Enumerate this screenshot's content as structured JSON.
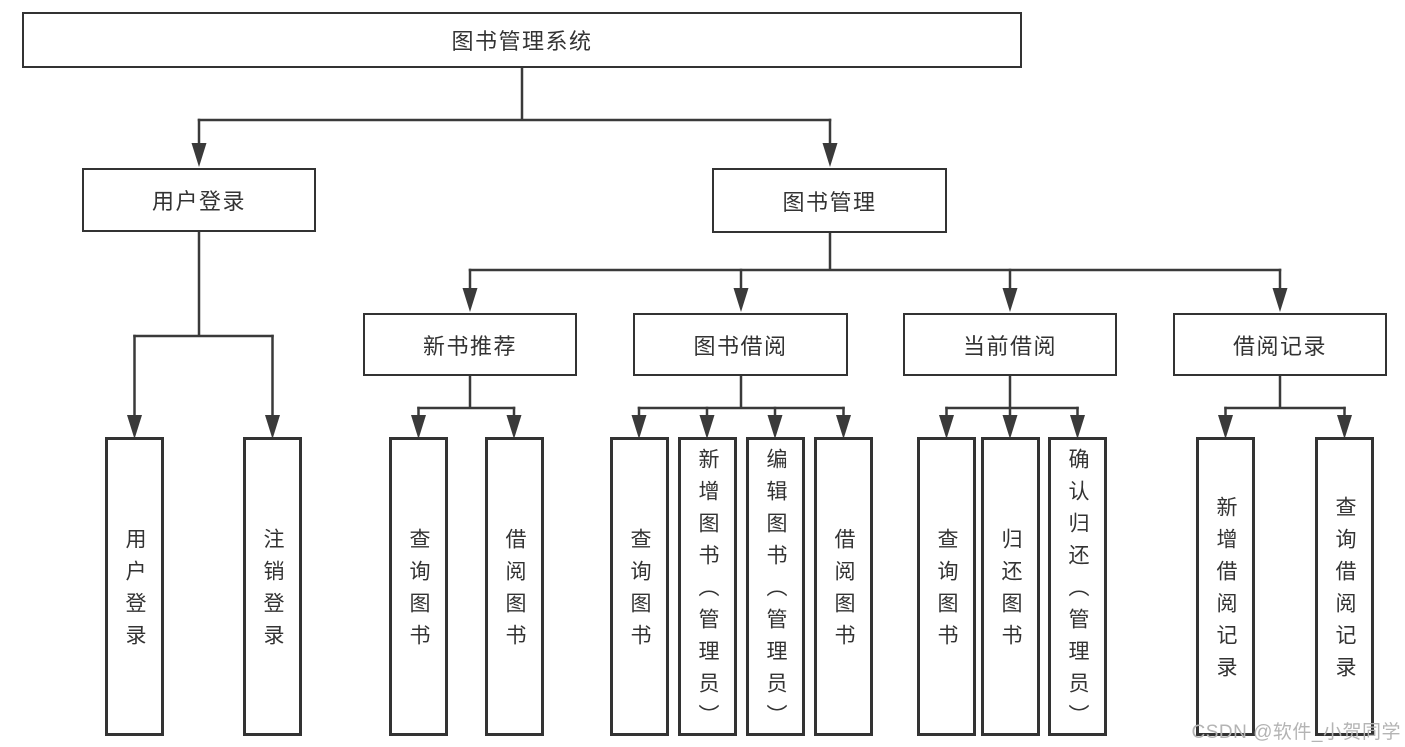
{
  "colors": {
    "background": "#ffffff",
    "box_border": "#333333",
    "connector_line": "#3a3a3a",
    "text": "#333333",
    "watermark_text": "#b4b4b4"
  },
  "nodes": {
    "root": {
      "label": "图书管理系统"
    },
    "user_login": {
      "label": "用户登录"
    },
    "book_mgmt": {
      "label": "图书管理"
    },
    "new_book_rec": {
      "label": "新书推荐"
    },
    "book_borrow": {
      "label": "图书借阅"
    },
    "current_borrow": {
      "label": "当前借阅"
    },
    "borrow_record": {
      "label": "借阅记录"
    },
    "leaf_user_login": {
      "label": "用户登录"
    },
    "leaf_logout": {
      "label": "注销登录"
    },
    "leaf_query_book_rec": {
      "label": "查询图书"
    },
    "leaf_borrow_book_rec": {
      "label": "借阅图书"
    },
    "leaf_query_book_borrow": {
      "label": "查询图书"
    },
    "leaf_add_book_admin": {
      "label": "新增图书（管理员）"
    },
    "leaf_edit_book_admin": {
      "label": "编辑图书（管理员）"
    },
    "leaf_borrow_book_borrow": {
      "label": "借阅图书"
    },
    "leaf_query_book_current": {
      "label": "查询图书"
    },
    "leaf_return_book": {
      "label": "归还图书"
    },
    "leaf_confirm_return_admin": {
      "label": "确认归还（管理员）"
    },
    "leaf_add_borrow_record": {
      "label": "新增借阅记录"
    },
    "leaf_query_borrow_record": {
      "label": "查询借阅记录"
    }
  },
  "hierarchy": {
    "图书管理系统": {
      "用户登录": [
        "用户登录",
        "注销登录"
      ],
      "图书管理": {
        "新书推荐": [
          "查询图书",
          "借阅图书"
        ],
        "图书借阅": [
          "查询图书",
          "新增图书（管理员）",
          "编辑图书（管理员）",
          "借阅图书"
        ],
        "当前借阅": [
          "查询图书",
          "归还图书",
          "确认归还（管理员）"
        ],
        "借阅记录": [
          "新增借阅记录",
          "查询借阅记录"
        ]
      }
    }
  },
  "watermark": {
    "text": "CSDN @软件_小贺同学"
  }
}
